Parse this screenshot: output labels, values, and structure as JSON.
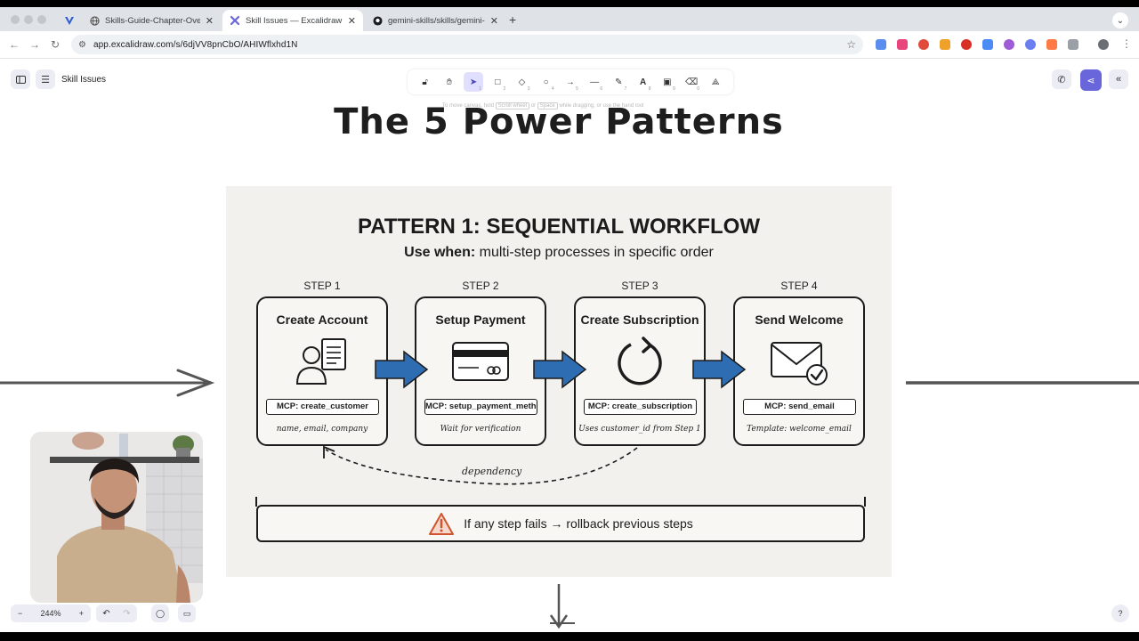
{
  "browser": {
    "tabs": [
      {
        "title": "",
        "icon": "vercel-v-icon"
      },
      {
        "title": "Skills-Guide-Chapter-Overvi",
        "icon": "globe-icon"
      },
      {
        "title": "Skill Issues — Excalidraw Plus",
        "icon": "excalidraw-icon",
        "active": true
      },
      {
        "title": "gemini-skills/skills/gemini-ap",
        "icon": "github-icon"
      }
    ],
    "url": "app.excalidraw.com/s/6djVV8pnCbO/AHIWflxhd1N"
  },
  "app": {
    "doc_name": "Skill Issues",
    "hint": {
      "part1": "To move canvas, hold",
      "key1": "Scroll wheel",
      "part2": "or",
      "key2": "Space",
      "part3": "while dragging, or use the hand tool"
    },
    "tools": [
      {
        "icon": "lock-icon",
        "key": ""
      },
      {
        "icon": "hand-icon",
        "key": ""
      },
      {
        "icon": "selection-icon",
        "key": "1",
        "active": true
      },
      {
        "icon": "rectangle-icon",
        "key": "2"
      },
      {
        "icon": "diamond-icon",
        "key": "3"
      },
      {
        "icon": "ellipse-icon",
        "key": "4"
      },
      {
        "icon": "arrow-icon",
        "key": "5"
      },
      {
        "icon": "line-icon",
        "key": "6"
      },
      {
        "icon": "draw-icon",
        "key": "7"
      },
      {
        "icon": "text-icon",
        "key": "8"
      },
      {
        "icon": "image-icon",
        "key": "9"
      },
      {
        "icon": "eraser-icon",
        "key": "0"
      },
      {
        "icon": "extra-tools-icon",
        "key": ""
      }
    ],
    "zoom_level": "244%",
    "accent_color": "#6965db"
  },
  "canvas": {
    "title": "The 5 Power Patterns",
    "panel": {
      "title": "PATTERN 1: SEQUENTIAL WORKFLOW",
      "use_when_label": "Use when:",
      "use_when_text": " multi-step processes in specific order",
      "steps": [
        {
          "label": "STEP 1",
          "title": "Create Account",
          "mcp": "MCP: create_customer",
          "note": "name, email, company",
          "icon": "account-document-icon"
        },
        {
          "label": "STEP 2",
          "title": "Setup Payment",
          "mcp": "MCP: setup_payment_method",
          "note": "Wait for verification",
          "icon": "credit-card-icon"
        },
        {
          "label": "STEP 3",
          "title": "Create Subscription",
          "mcp": "MCP: create_subscription",
          "note": "Uses customer_id from Step 1",
          "icon": "refresh-cycle-icon"
        },
        {
          "label": "STEP 4",
          "title": "Send Welcome",
          "mcp": "MCP: send_email",
          "note": "Template: welcome_email",
          "icon": "envelope-check-icon"
        }
      ],
      "dependency_label": "dependency",
      "rollback_text": "If any step fails → rollback previous steps"
    }
  }
}
